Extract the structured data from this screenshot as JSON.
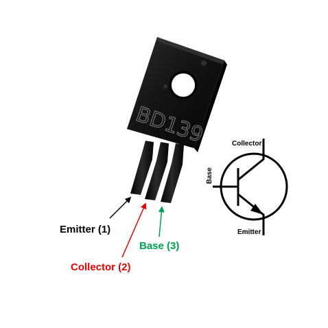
{
  "part_marking": "BD139",
  "pin_labels": {
    "emitter": "Emitter (1)",
    "collector": "Collector (2)",
    "base": "Base (3)"
  },
  "symbol_labels": {
    "collector": "Collector",
    "base": "Base",
    "emitter": "Emitter"
  },
  "colors": {
    "emitter": "#000000",
    "collector": "#e00000",
    "base": "#00a050",
    "body": "#111111",
    "body_highlight": "#3a3a3a",
    "lead": "#1a1a1a"
  }
}
